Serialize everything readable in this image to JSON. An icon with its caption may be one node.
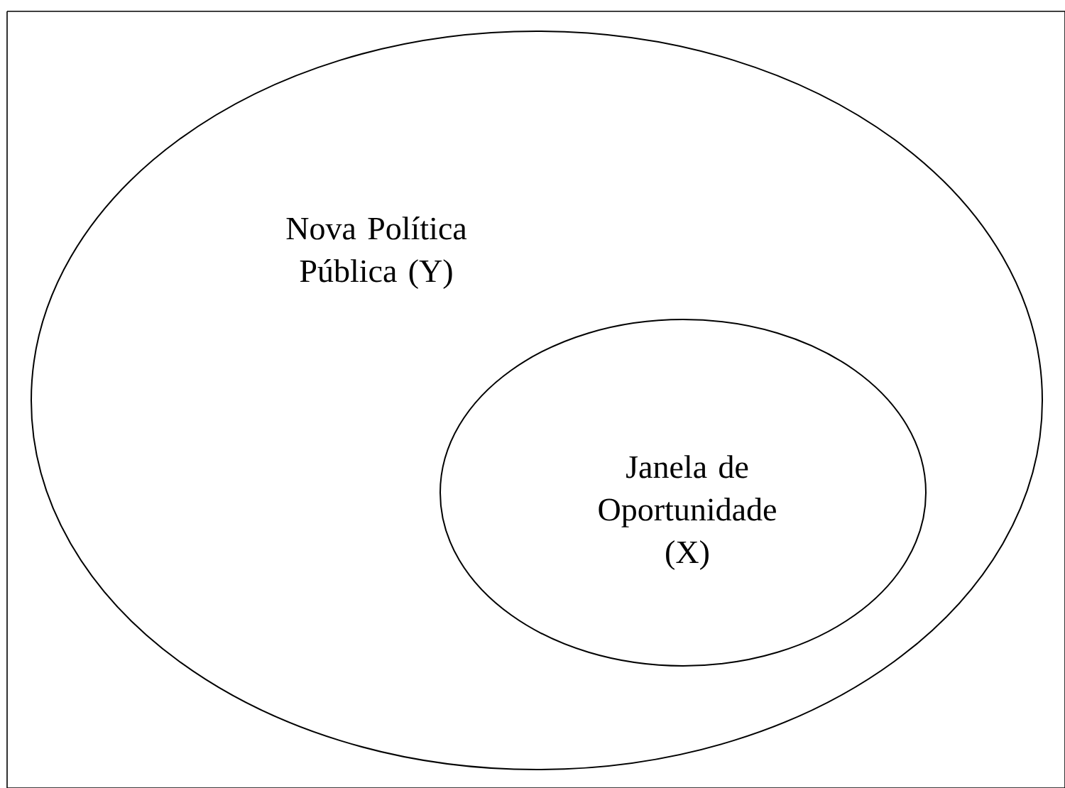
{
  "diagram": {
    "nodes": [
      {
        "text": [
          "Nova Política Pública (Y)"
        ]
      },
      {
        "text": [
          "Janela de Oportunidade (X)"
        ],
        "in": 0
      }
    ]
  }
}
